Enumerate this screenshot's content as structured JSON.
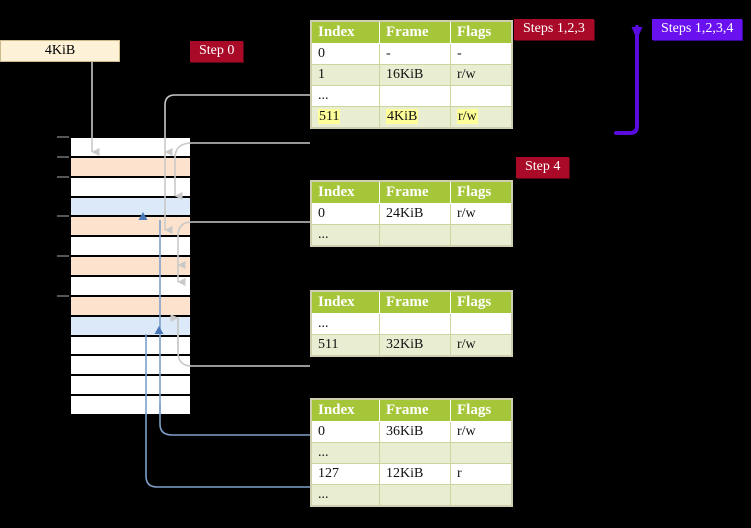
{
  "diagram": {
    "title_hidden": "",
    "size_label": "4KiB",
    "badges": {
      "step0": "Step 0",
      "step4": "Step 4",
      "steps123": "Steps 1,2,3",
      "steps1234": "Steps 1,2,3,4"
    },
    "colors": {
      "badge_red": "#a80a28",
      "badge_blue": "#6a11f0",
      "table_header": "#a6c639",
      "table_alt_row": "#e9eed3",
      "highlight": "#ffff99",
      "mem_peach": "#fde3cd",
      "mem_blue": "#dce9f8",
      "size_box": "#fdf1d7",
      "connector_gray": "#b9b9b9",
      "connector_blue": "#7d9fc9",
      "background": "#000000"
    },
    "columns": [
      "Index",
      "Frame",
      "Flags"
    ],
    "tables": [
      {
        "name": "pml4-table",
        "rows": [
          {
            "index": "0",
            "frame": "-",
            "flags": "-",
            "alt": false,
            "highlight": false
          },
          {
            "index": "1",
            "frame": "16KiB",
            "flags": "r/w",
            "alt": true,
            "highlight": false
          },
          {
            "index": "...",
            "frame": "",
            "flags": "",
            "alt": false,
            "highlight": false
          },
          {
            "index": "511",
            "frame": "4KiB",
            "flags": "r/w",
            "alt": true,
            "highlight": true
          }
        ]
      },
      {
        "name": "pdp-table",
        "rows": [
          {
            "index": "0",
            "frame": "24KiB",
            "flags": "r/w",
            "alt": false,
            "highlight": false
          },
          {
            "index": "...",
            "frame": "",
            "flags": "",
            "alt": true,
            "highlight": false
          }
        ]
      },
      {
        "name": "pd-table",
        "rows": [
          {
            "index": "...",
            "frame": "",
            "flags": "",
            "alt": false,
            "highlight": false
          },
          {
            "index": "511",
            "frame": "32KiB",
            "flags": "r/w",
            "alt": true,
            "highlight": false
          }
        ]
      },
      {
        "name": "pt-table",
        "rows": [
          {
            "index": "0",
            "frame": "36KiB",
            "flags": "r/w",
            "alt": false,
            "highlight": false
          },
          {
            "index": "...",
            "frame": "",
            "flags": "",
            "alt": true,
            "highlight": false
          },
          {
            "index": "127",
            "frame": "12KiB",
            "flags": "r",
            "alt": false,
            "highlight": false
          },
          {
            "index": "...",
            "frame": "",
            "flags": "",
            "alt": true,
            "highlight": false
          }
        ]
      }
    ],
    "memory_rows": [
      {
        "fill": "white"
      },
      {
        "fill": "peach"
      },
      {
        "fill": "white"
      },
      {
        "fill": "blue"
      },
      {
        "fill": "peach"
      },
      {
        "fill": "white"
      },
      {
        "fill": "peach"
      },
      {
        "fill": "white"
      },
      {
        "fill": "peach"
      },
      {
        "fill": "blue"
      },
      {
        "fill": "white"
      },
      {
        "fill": "white"
      },
      {
        "fill": "white"
      },
      {
        "fill": "white"
      }
    ]
  }
}
